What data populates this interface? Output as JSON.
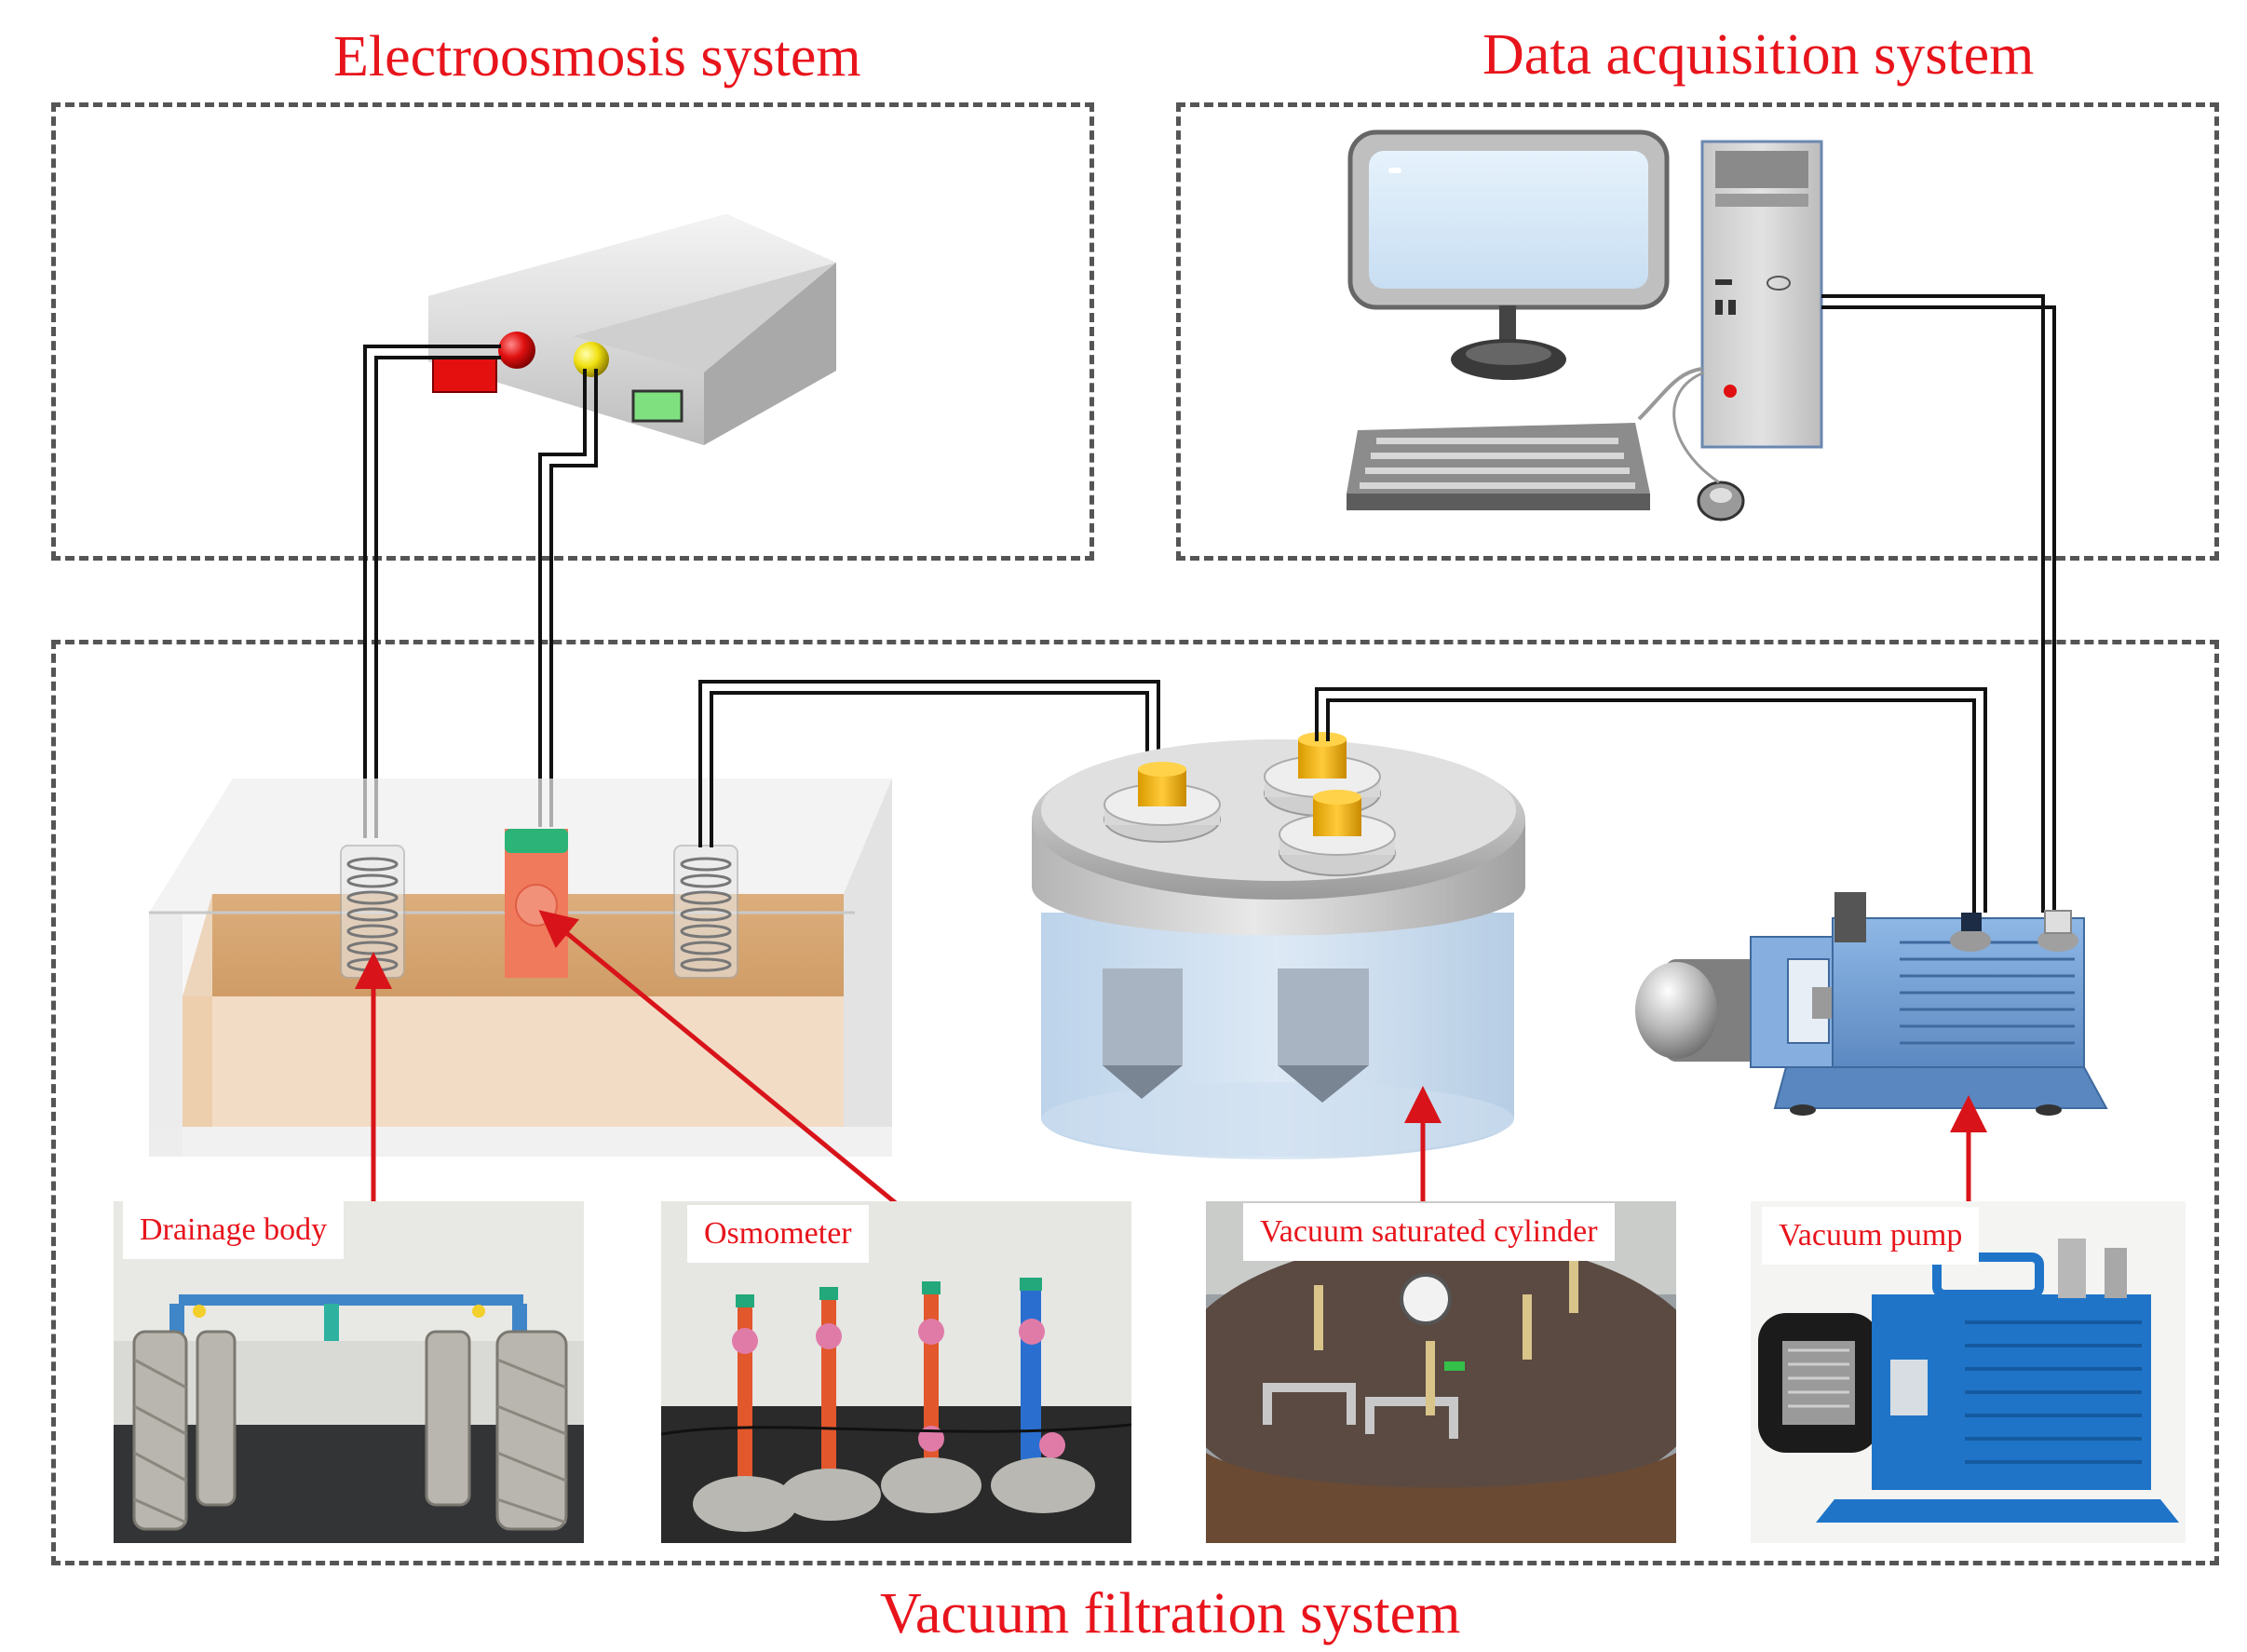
{
  "systems": {
    "electroosmosis": "Electroosmosis system",
    "data_acquisition": "Data acquisition system",
    "vacuum_filtration": "Vacuum filtration system"
  },
  "photos": {
    "drainage_body": "Drainage body",
    "osmometer": "Osmometer",
    "vacuum_cylinder": "Vacuum saturated cylinder",
    "vacuum_pump": "Vacuum pump"
  },
  "colors": {
    "title_red": "#e8141c",
    "arrow_red": "#d8141a",
    "dash_gray": "#555555",
    "pump_blue": "#6f9fd8",
    "soil_tan": "#d9a46c"
  }
}
